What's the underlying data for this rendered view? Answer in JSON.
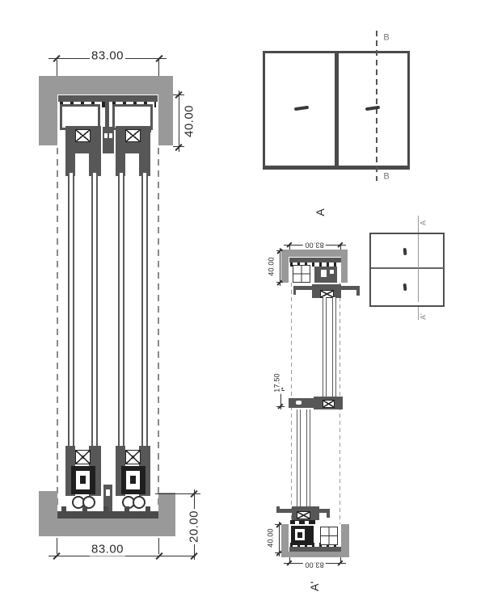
{
  "section_b": {
    "dim_top_width": "83.00",
    "dim_head_height": "40.00",
    "dim_bottom_width": "83.00",
    "dim_sill_height": "20.00"
  },
  "elevation_b": {
    "label_top": "B",
    "label_bottom": "B"
  },
  "section_a": {
    "label_top": "A",
    "label_bottom": "A'",
    "dim_head_width": "83.00",
    "dim_head_height": "40.00",
    "dim_interlock_height": "17.50",
    "dim_sill_height": "40.00",
    "dim_sill_width": "83.00"
  },
  "elevation_a": {
    "label_top": "A",
    "label_bottom": "A'"
  },
  "colors": {
    "wall_gray": "#999999",
    "profile_gray": "#575757",
    "detail_black": "#1f1f1f",
    "dimension_line": "#333333",
    "dashed_line": "#8a8a8a"
  }
}
